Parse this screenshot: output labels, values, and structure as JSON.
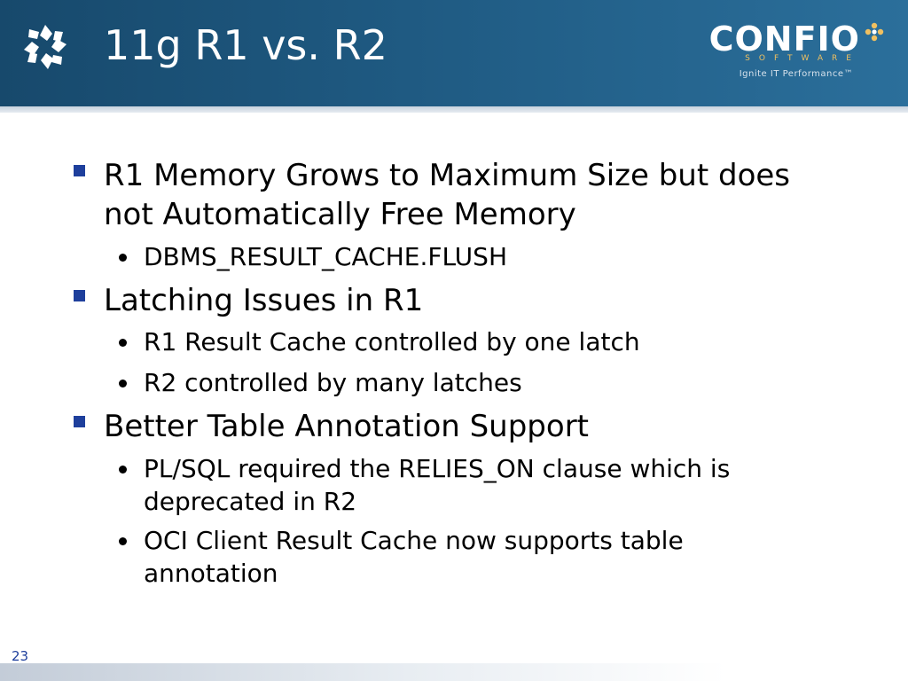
{
  "header": {
    "title": "11g R1 vs. R2",
    "logo_icon": "pinwheel-logo-icon",
    "brand": {
      "name": "CONFIO",
      "sub": "SOFTWARE",
      "tagline": "Ignite IT Performance™",
      "icon": "flower-icon"
    }
  },
  "bullets": [
    {
      "text": "R1 Memory Grows to Maximum Size but does not Automatically Free Memory",
      "children": [
        "DBMS_RESULT_CACHE.FLUSH"
      ]
    },
    {
      "text": "Latching Issues in R1",
      "children": [
        "R1 Result Cache controlled by one latch",
        "R2 controlled by many latches"
      ]
    },
    {
      "text": "Better Table Annotation Support",
      "children": [
        "PL/SQL required the RELIES_ON clause which is deprecated in R2",
        "OCI Client Result Cache now supports table annotation"
      ]
    }
  ],
  "footer": {
    "page_number": "23"
  },
  "colors": {
    "header": "#1f5a82",
    "bullet": "#1e3f9c",
    "accent": "#f0c060"
  }
}
